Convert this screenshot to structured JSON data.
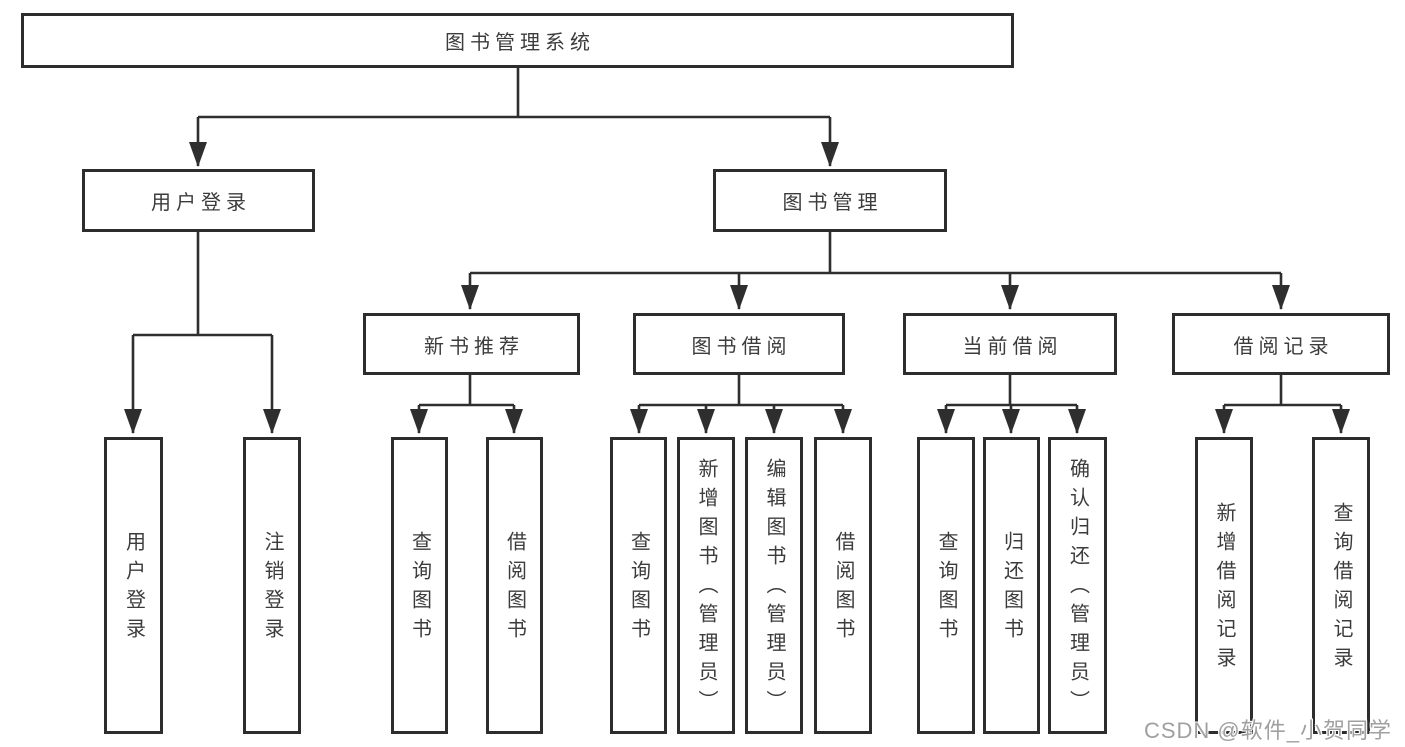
{
  "diagram": {
    "root_label": "图书管理系统",
    "branches": [
      {
        "label": "用户登录",
        "children": [
          {
            "label": "用户登录"
          },
          {
            "label": "注销登录"
          }
        ]
      },
      {
        "label": "图书管理",
        "children": [
          {
            "label": "新书推荐",
            "children": [
              {
                "label": "查询图书"
              },
              {
                "label": "借阅图书"
              }
            ]
          },
          {
            "label": "图书借阅",
            "children": [
              {
                "label": "查询图书"
              },
              {
                "label": "新增图书（管理员）"
              },
              {
                "label": "编辑图书（管理员）"
              },
              {
                "label": "借阅图书"
              }
            ]
          },
          {
            "label": "当前借阅",
            "children": [
              {
                "label": "查询图书"
              },
              {
                "label": "归还图书"
              },
              {
                "label": "确认归还（管理员）"
              }
            ]
          },
          {
            "label": "借阅记录",
            "children": [
              {
                "label": "新增借阅记录"
              },
              {
                "label": "查询借阅记录"
              }
            ]
          }
        ]
      }
    ]
  },
  "watermark": {
    "text": "CSDN @软件_小贺同学"
  },
  "colors": {
    "line": "#2e2e2e",
    "box_border": "#2d2d2d",
    "text": "#3c3c3c",
    "watermark_text": "#a0a0a0",
    "background": "#ffffff"
  }
}
